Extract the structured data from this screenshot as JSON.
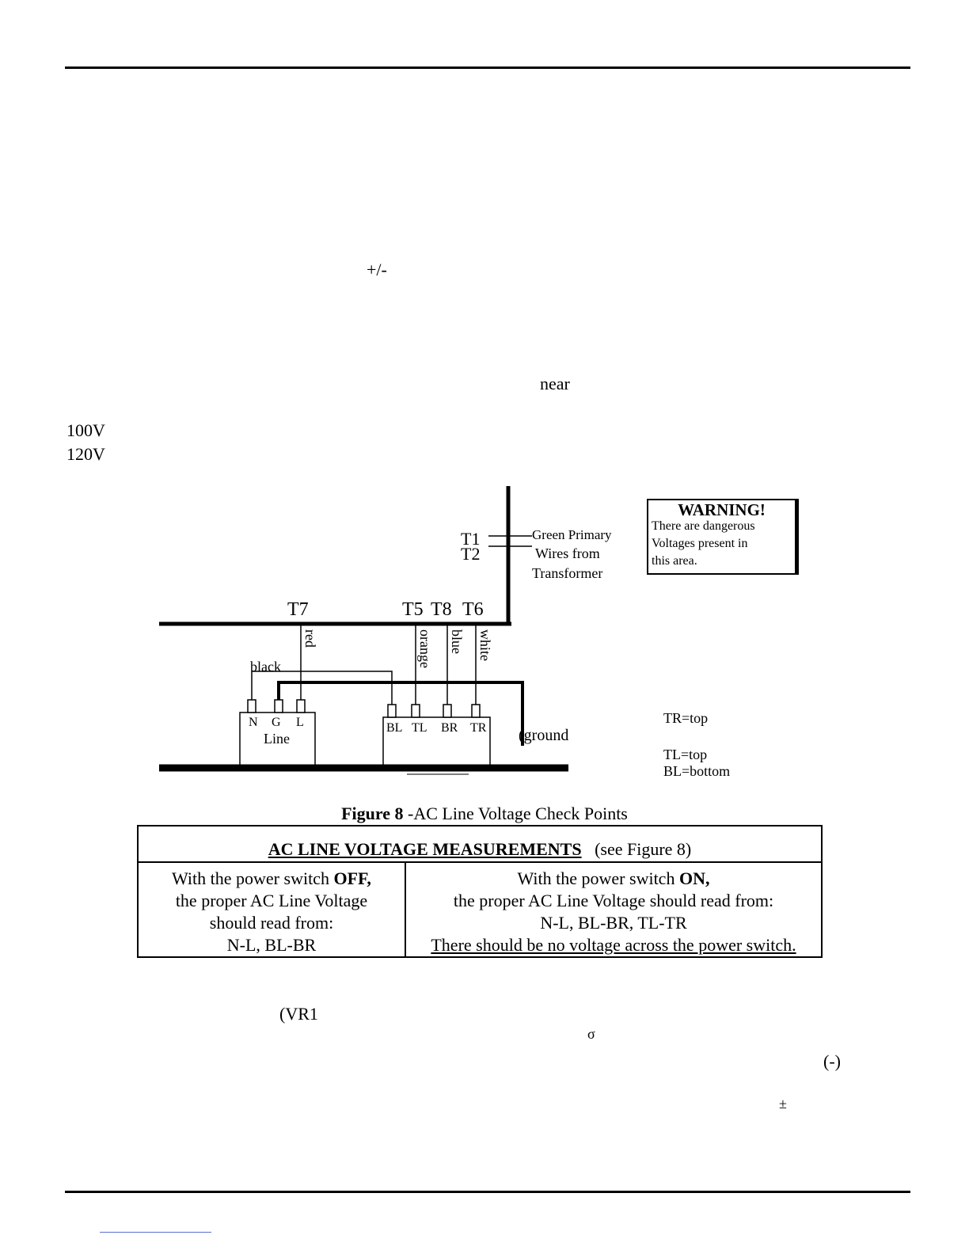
{
  "page": {
    "fragments": {
      "plus_minus": "+/-",
      "near": "near",
      "v100": "100V",
      "v120": "120V",
      "vr1": "(VR1",
      "sigma": "σ",
      "minus_paren": "(-)",
      "pm": "±"
    }
  },
  "diagram": {
    "terminals": {
      "t1": "T1",
      "t2": "T2",
      "t7": "T7",
      "t5": "T5",
      "t8": "T8",
      "t6": "T6"
    },
    "primary_note": [
      "Green Primary",
      "Wires from",
      "Transformer"
    ],
    "wires": {
      "red": "red",
      "orange": "orange",
      "blue": "blue",
      "white": "white",
      "black": "black"
    },
    "line_block": {
      "pins": [
        "N",
        "G",
        "L"
      ],
      "label": "Line"
    },
    "switch_block": {
      "pins": [
        "BL",
        "TL",
        "BR",
        "TR"
      ]
    },
    "ground": "(ground",
    "legend": [
      "TR=top",
      "TL=top",
      "BL=bottom"
    ],
    "warning": {
      "title": "WARNING!",
      "body": [
        "There are dangerous",
        "Voltages present in",
        "this area."
      ]
    }
  },
  "figure": {
    "number": "Figure 8",
    "caption": "-AC Line Voltage Check Points"
  },
  "table": {
    "title": "AC LINE VOLTAGE MEASUREMENTS",
    "title_ref": "(see Figure 8)",
    "off": {
      "pre": "With the power switch ",
      "state": "OFF,",
      "line2": "the proper AC Line Voltage",
      "line3": "should read from:",
      "line4": "N-L, BL-BR"
    },
    "on": {
      "pre": "With the power switch ",
      "state": "ON,",
      "line2": "the proper AC Line Voltage should read from:",
      "line3": "N-L, BL-BR, TL-TR",
      "line4": "There should be no voltage across the power switch."
    }
  }
}
